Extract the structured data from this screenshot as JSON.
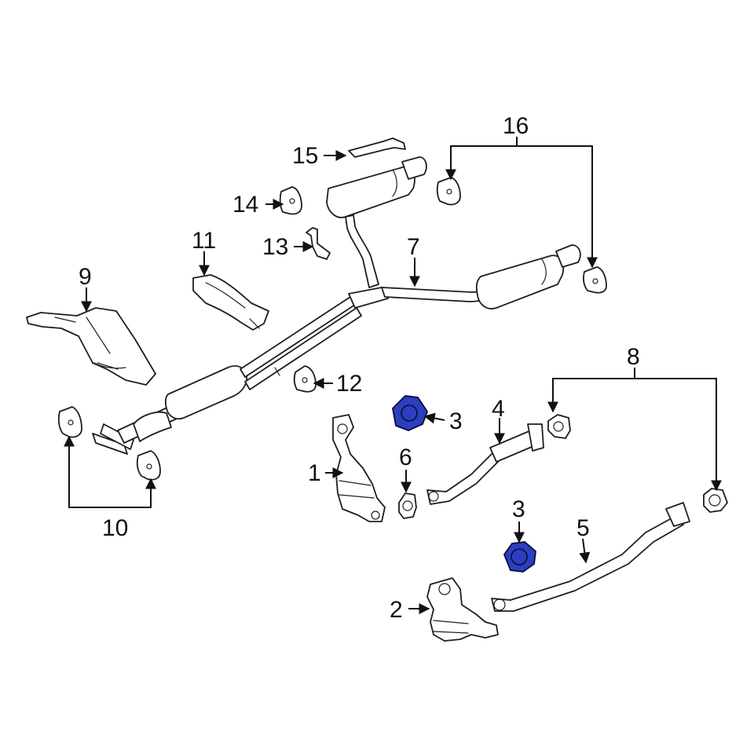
{
  "colors": {
    "background": "#ffffff",
    "line": "#1e1e1e",
    "highlight": "#2b3fbf"
  },
  "callouts": {
    "c1": "1",
    "c2": "2",
    "c3a": "3",
    "c3b": "3",
    "c4": "4",
    "c5": "5",
    "c6": "6",
    "c7": "7",
    "c8": "8",
    "c9": "9",
    "c10": "10",
    "c11": "11",
    "c12": "12",
    "c13": "13",
    "c14": "14",
    "c15": "15",
    "c16": "16"
  }
}
